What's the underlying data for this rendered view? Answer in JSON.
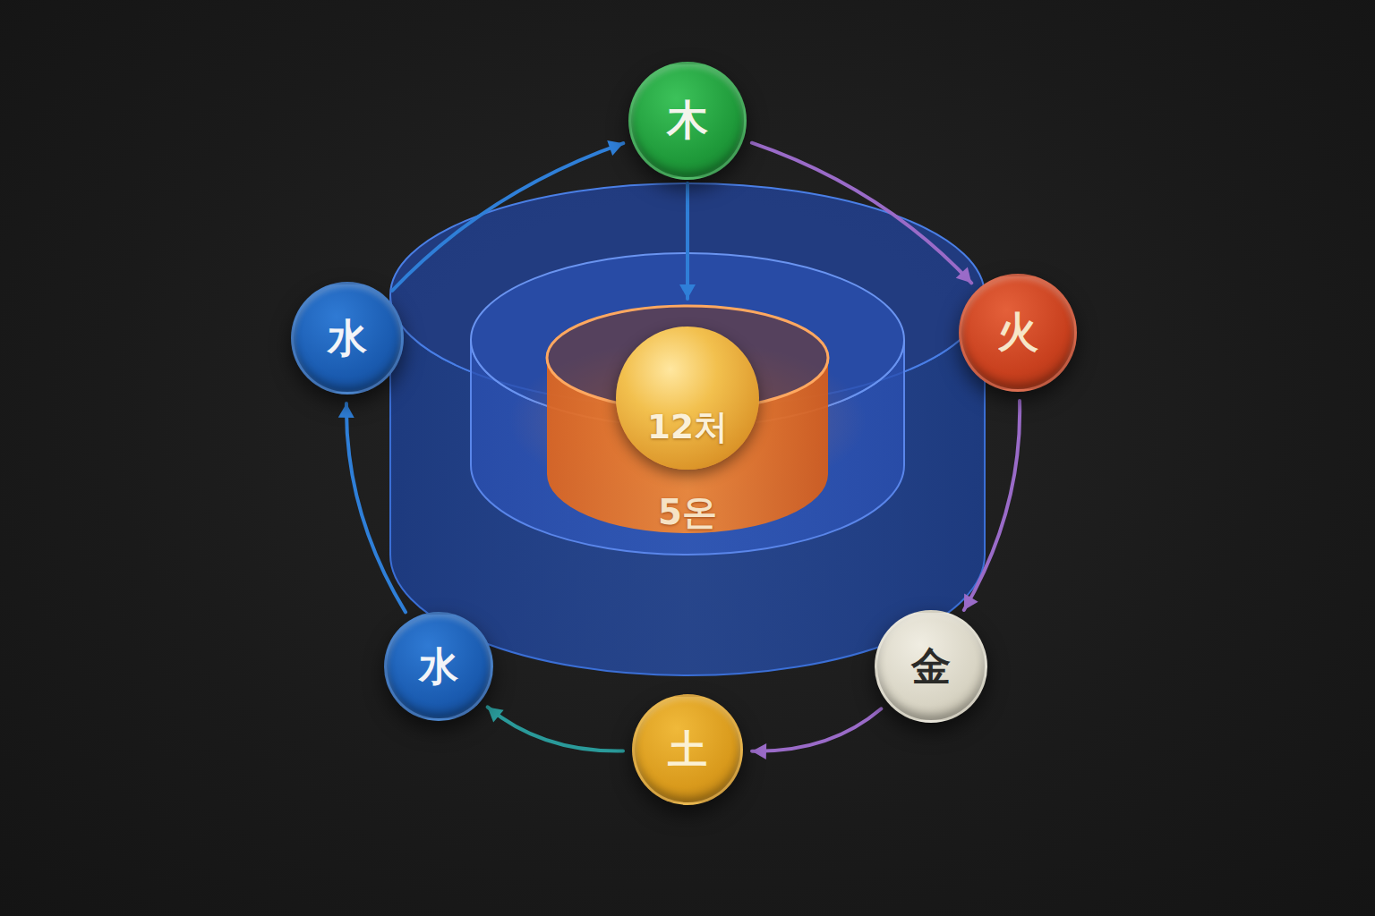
{
  "diagram": {
    "nodes": [
      {
        "text": [
          "木"
        ]
      },
      {
        "text": [
          "火"
        ]
      },
      {
        "text": [
          "金"
        ]
      },
      {
        "text": [
          "土"
        ]
      },
      {
        "text": [
          "水"
        ]
      },
      {
        "text": [
          "水"
        ]
      },
      {
        "text": [
          "5온"
        ]
      },
      {
        "text": [
          "12처"
        ],
        "in": 6
      }
    ],
    "edges": [
      {
        "from": 5,
        "to": 0,
        "arrow": "to"
      },
      {
        "from": 0,
        "to": 1,
        "arrow": "to"
      },
      {
        "from": 1,
        "to": 2,
        "arrow": "to"
      },
      {
        "from": 2,
        "to": 3,
        "arrow": "to"
      },
      {
        "from": 3,
        "to": 4,
        "arrow": "to"
      },
      {
        "from": 4,
        "to": 5,
        "arrow": "to"
      },
      {
        "from": 0,
        "to": 6,
        "arrow": "to"
      }
    ]
  }
}
